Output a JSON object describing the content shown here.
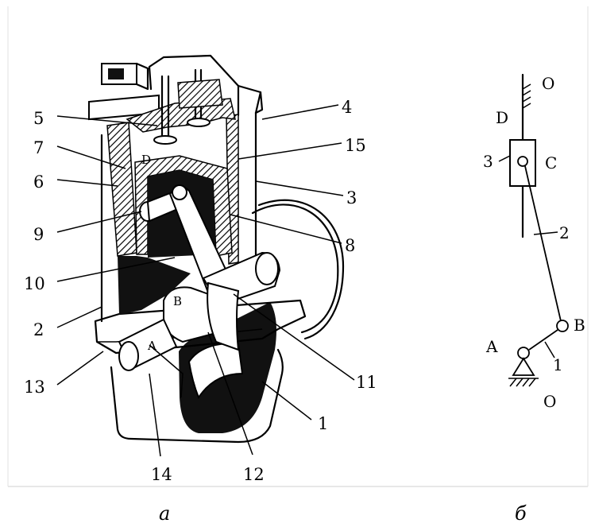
{
  "diagram": {
    "callouts": [
      "5",
      "7",
      "6",
      "9",
      "10",
      "2",
      "13",
      "14",
      "12",
      "1",
      "11",
      "8",
      "3",
      "15",
      "4"
    ],
    "engine_letters": {
      "D": "D",
      "B": "B",
      "A": "A"
    },
    "scheme_labels": {
      "O_top": "O",
      "D": "D",
      "three": "3",
      "C": "C",
      "two": "2",
      "B": "B",
      "A": "A",
      "one": "1",
      "O_bottom": "O"
    },
    "captions": {
      "left": "а",
      "right": "б"
    }
  }
}
